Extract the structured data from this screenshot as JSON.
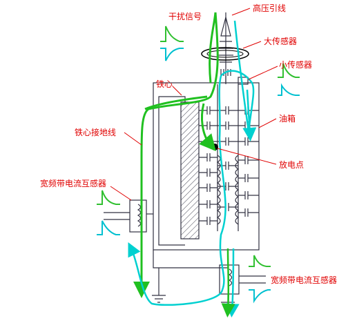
{
  "labels": {
    "interference_signal": "干扰信号",
    "hv_lead": "高压引线",
    "large_sensor": "大传感器",
    "small_sensor": "小传感器",
    "iron_core": "铁心",
    "core_ground_wire": "铁心接地线",
    "oil_tank": "油箱",
    "discharge_point": "放电点",
    "wideband_ct_left": "宽频带电流互感器",
    "wideband_ct_right": "宽频带电流互感器"
  },
  "colors": {
    "label_red": "#e00000",
    "current_path_green": "#20c020",
    "current_path_cyan": "#00d0d0",
    "structure_dark": "#303040",
    "pulse_green": "#30c030",
    "pulse_cyan": "#00c0d0",
    "core_hatch": "#404050"
  }
}
